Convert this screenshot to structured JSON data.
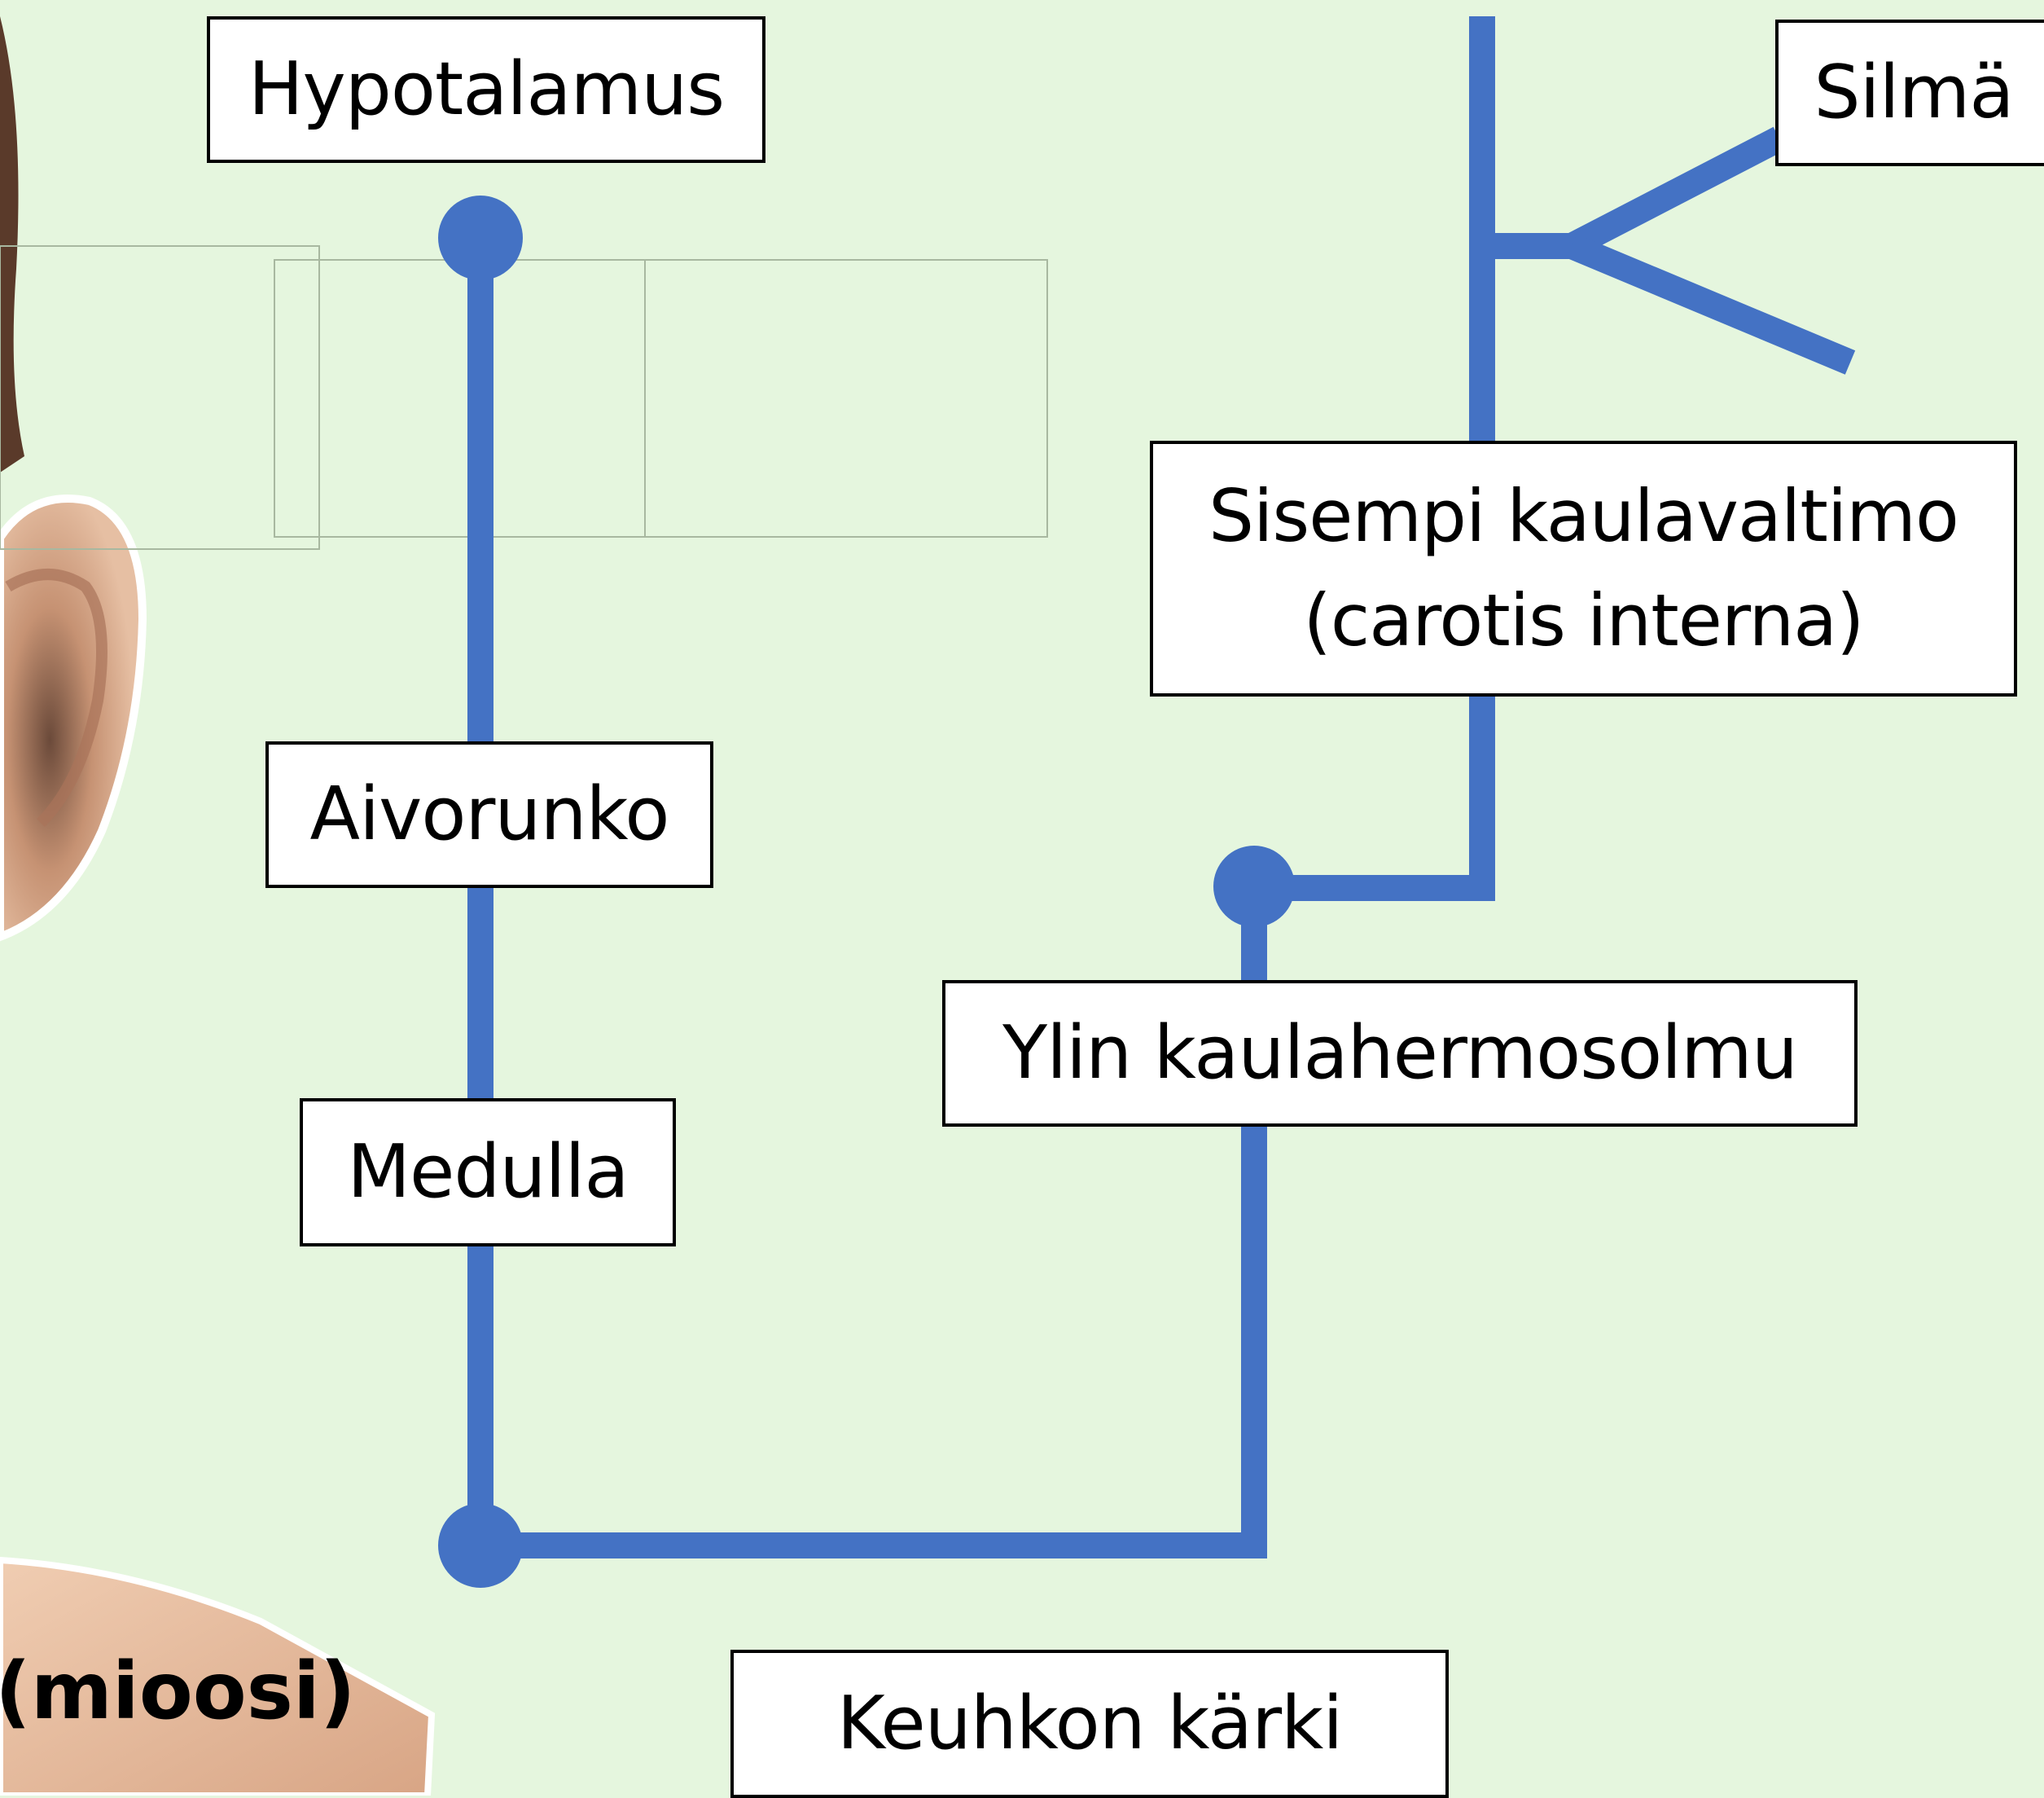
{
  "colors": {
    "background": "#e5f6de",
    "nerve_path": "#4472c4",
    "box_fill": "#ffffff",
    "box_border": "#000000",
    "skin": "#e0b394"
  },
  "labels": {
    "hypothalamus": "Hypotalamus",
    "eye": "Silmä",
    "internal_carotid_line1": "Sisempi kaulavaltimo",
    "internal_carotid_line2": "(carotis interna)",
    "brainstem": "Aivorunko",
    "superior_cervical_ganglion": "Ylin kaulahermosolmu",
    "medulla": "Medulla",
    "lung_apex": "Keuhkon kärki"
  },
  "partial_caption": "(mioosi)"
}
